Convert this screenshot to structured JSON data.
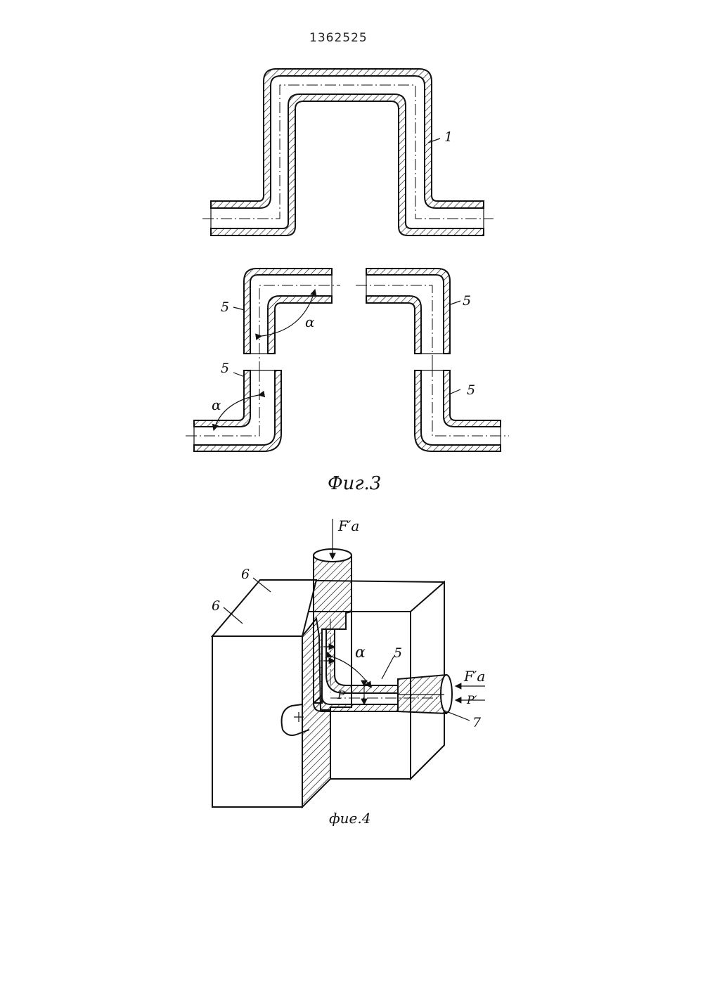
{
  "document": {
    "number": "1362525"
  },
  "figure3": {
    "caption": "Фиг.3",
    "labels": {
      "tube": "1",
      "part_top_left": "5",
      "part_top_right": "5",
      "part_bottom_left": "5",
      "part_bottom_right": "5",
      "angle_top": "α",
      "angle_bottom": "α"
    }
  },
  "figure4": {
    "caption": "фие.4",
    "labels": {
      "die_front": "6",
      "die_back": "6",
      "part": "5",
      "punch": "7",
      "angle": "α",
      "pressure_inner": "P",
      "force_top": "F′a",
      "force_right": "F′a",
      "pressure_right": "P′"
    }
  },
  "colors": {
    "ink": "#111111",
    "paper": "#ffffff"
  }
}
